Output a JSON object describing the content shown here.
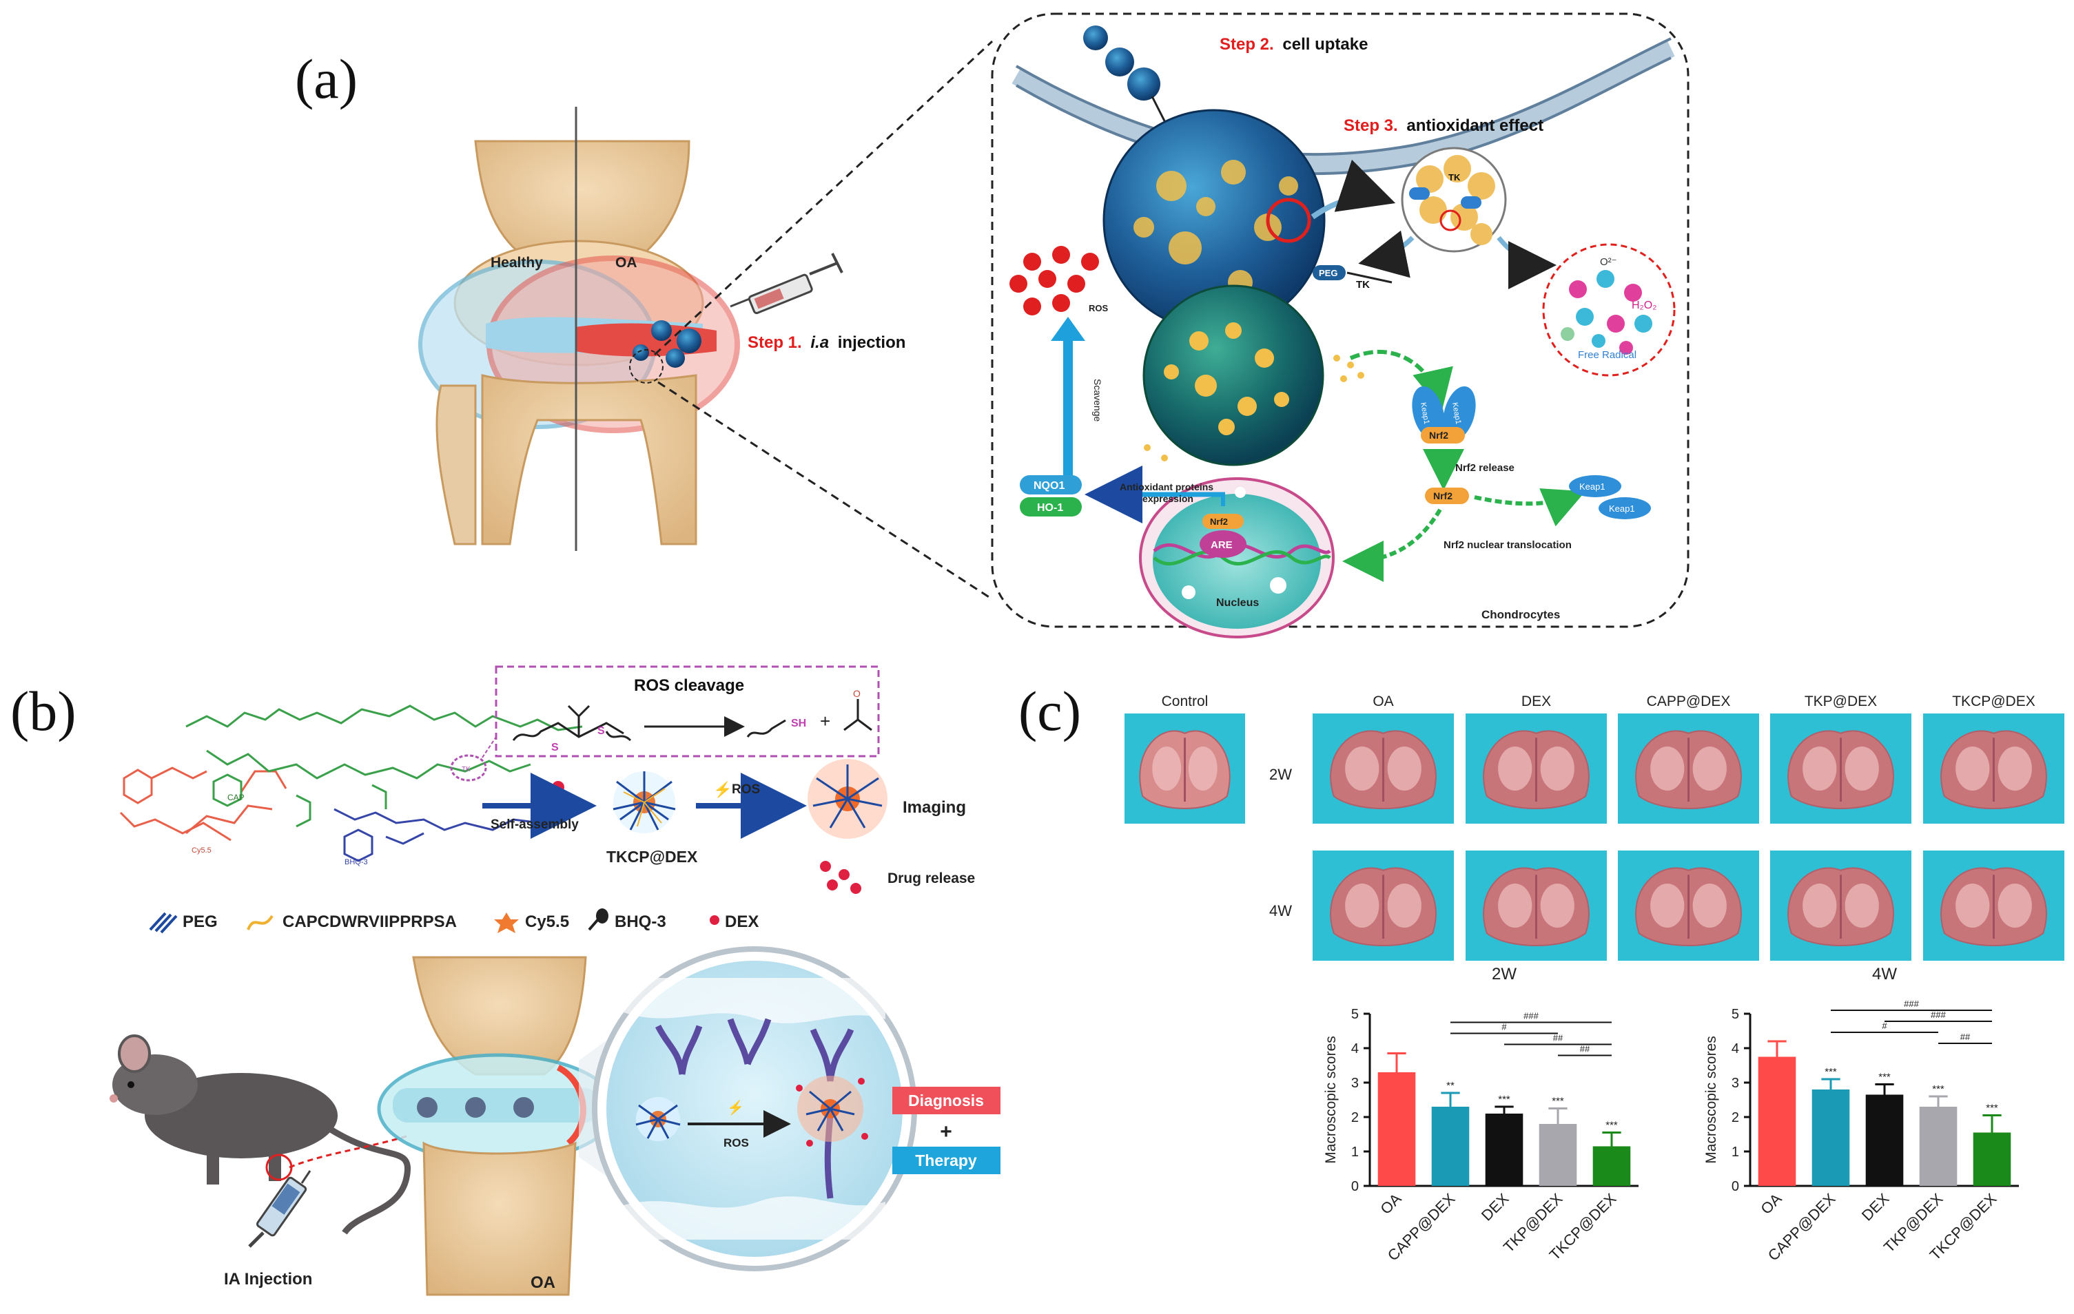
{
  "panel_a": {
    "letter": "(a)",
    "healthy_label": "Healthy",
    "oa_label": "OA",
    "step1_prefix": "Step 1.",
    "step1_italic": "i.a",
    "step1_suffix": "injection",
    "step2_prefix": "Step 2.",
    "step2_text": "cell uptake",
    "step3_prefix": "Step 3.",
    "step3_text": "antioxidant effect",
    "ros_label": "ROS",
    "scavenge_label": "Scavenge",
    "peg_label": "PEG",
    "tk_label": "TK",
    "free_radical_label": "Free Radical",
    "o2_label": "O²⁻",
    "h2o2_label": "H₂O₂",
    "keap1_label": "Keap1",
    "nrf2_label": "Nrf2",
    "nrf2_release_label": "Nrf2 release",
    "nrf2_translocation_label": "Nrf2 nuclear translocation",
    "antioxidant_expression_line1": "Antioxidant proteins",
    "antioxidant_expression_line2": "expression",
    "nqo1_label": "NQO1",
    "ho1_label": "HO-1",
    "are_label": "ARE",
    "nucleus_label": "Nucleus",
    "chondrocytes_label": "Chondrocytes"
  },
  "panel_b": {
    "letter": "(b)",
    "ros_cleavage_label": "ROS cleavage",
    "sh_label": "SH",
    "cap_label": "CAP",
    "cy55_small_label": "Cy5.5",
    "bhq3_small_label": "BHQ-3",
    "tk_small_label": "TK",
    "self_assembly_label": "Self-assembly",
    "tkcp_dex_label": "TKCP@DEX",
    "ros_arrow_label": "ROS",
    "imaging_label": "Imaging",
    "drug_release_label": "Drug release",
    "legend": {
      "peg": "PEG",
      "peptide": "CAPCDWRVIIPPRPSA",
      "cy55": "Cy5.5",
      "bhq3": "BHQ-3",
      "dex": "DEX"
    },
    "ros_zoom_label": "ROS",
    "diagnosis_label": "Diagnosis",
    "plus_label": "+",
    "therapy_label": "Therapy",
    "ia_injection_label": "IA Injection",
    "oa_label": "OA",
    "colors": {
      "diagnosis": "#f0505a",
      "therapy": "#1ea5dc"
    }
  },
  "panel_c": {
    "letter": "(c)",
    "photo_columns": [
      "Control",
      "OA",
      "DEX",
      "CAPP@DEX",
      "TKP@DEX",
      "TKCP@DEX"
    ],
    "row_labels": [
      "2W",
      "4W"
    ],
    "charts": [
      {
        "type": "bar",
        "title": "2W",
        "ylabel": "Macroscopic scores",
        "ylim": [
          0,
          5
        ],
        "yticks": [
          0,
          1,
          2,
          3,
          4,
          5
        ],
        "categories": [
          "OA",
          "CAPP@DEX",
          "DEX",
          "TKP@DEX",
          "TKCP@DEX"
        ],
        "values": [
          3.3,
          2.3,
          2.1,
          1.8,
          1.15
        ],
        "errors": [
          0.55,
          0.4,
          0.2,
          0.45,
          0.4
        ],
        "colors": [
          "#ff4a4a",
          "#1a9ab4",
          "#111111",
          "#a7a7ad",
          "#1a8a1a"
        ],
        "stars": [
          "",
          "**",
          "***",
          "***",
          "***"
        ],
        "comparisons": [
          {
            "from": 1,
            "to": 4,
            "label": "###"
          },
          {
            "from": 1,
            "to": 3,
            "label": "#"
          },
          {
            "from": 2,
            "to": 4,
            "label": "##"
          },
          {
            "from": 3,
            "to": 4,
            "label": "##"
          }
        ]
      },
      {
        "type": "bar",
        "title": "4W",
        "ylabel": "Macroscopic scores",
        "ylim": [
          0,
          5
        ],
        "yticks": [
          0,
          1,
          2,
          3,
          4,
          5
        ],
        "categories": [
          "OA",
          "CAPP@DEX",
          "DEX",
          "TKP@DEX",
          "TKCP@DEX"
        ],
        "values": [
          3.75,
          2.8,
          2.65,
          2.3,
          1.55
        ],
        "errors": [
          0.45,
          0.3,
          0.3,
          0.3,
          0.5
        ],
        "colors": [
          "#ff4a4a",
          "#1a9ab4",
          "#111111",
          "#a7a7ad",
          "#1a8a1a"
        ],
        "stars": [
          "",
          "***",
          "***",
          "***",
          "***"
        ],
        "comparisons": [
          {
            "from": 1,
            "to": 4,
            "label": "###"
          },
          {
            "from": 2,
            "to": 4,
            "label": "###"
          },
          {
            "from": 1,
            "to": 3,
            "label": "#"
          },
          {
            "from": 3,
            "to": 4,
            "label": "##"
          }
        ]
      }
    ]
  }
}
